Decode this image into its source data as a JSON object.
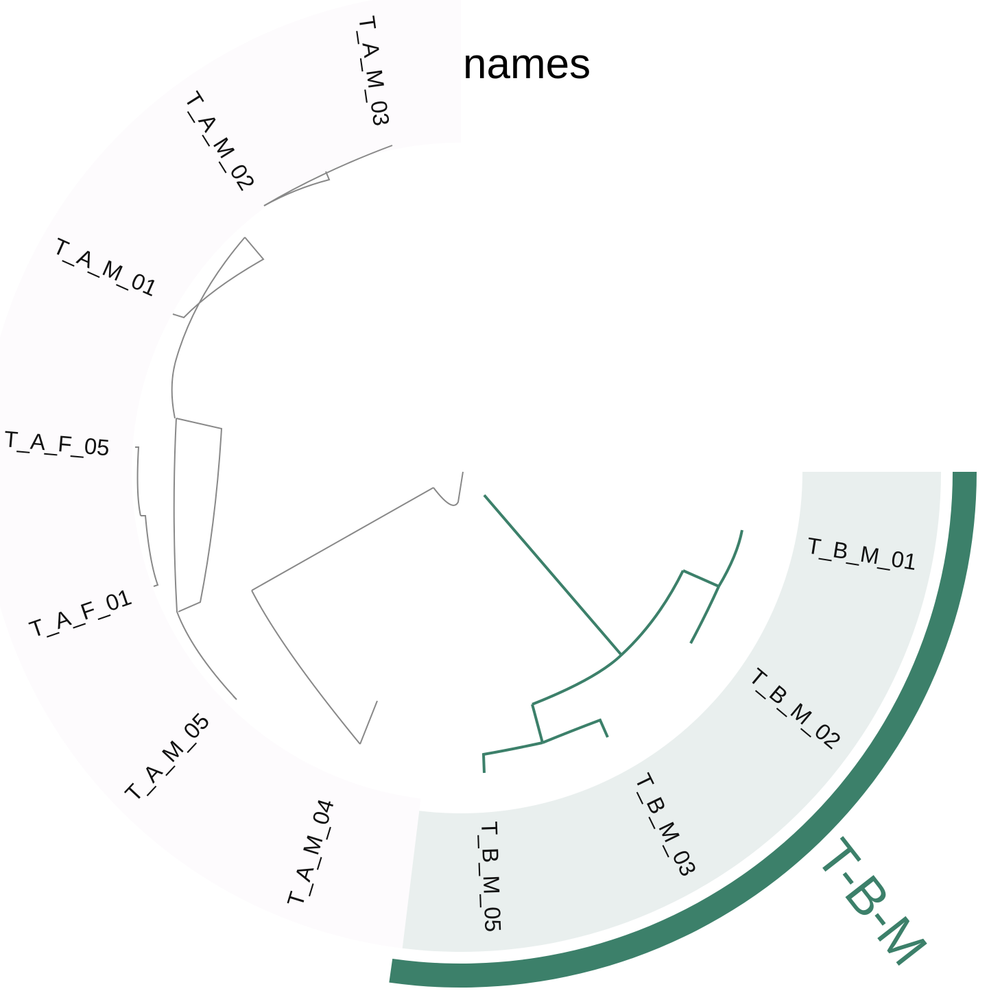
{
  "title": "names",
  "colors": {
    "background": "#ffffff",
    "group_a_background": "#fdfbfd",
    "group_b_background": "#e9efee",
    "group_b_accent": "#3c806a",
    "branch_default": "#888888"
  },
  "tips": [
    {
      "id": "t_a_m_03",
      "label": "T_A_M_03",
      "group": "A"
    },
    {
      "id": "t_a_m_02",
      "label": "T_A_M_02",
      "group": "A"
    },
    {
      "id": "t_a_m_01",
      "label": "T_A_M_01",
      "group": "A"
    },
    {
      "id": "t_a_f_05",
      "label": "T_A_F_05",
      "group": "A"
    },
    {
      "id": "t_a_f_01",
      "label": "T_A_F_01",
      "group": "A"
    },
    {
      "id": "t_a_m_05",
      "label": "T_A_M_05",
      "group": "A"
    },
    {
      "id": "t_a_m_04",
      "label": "T_A_M_04",
      "group": "A"
    },
    {
      "id": "t_b_m_05",
      "label": "T_B_M_05",
      "group": "B"
    },
    {
      "id": "t_b_m_03",
      "label": "T_B_M_03",
      "group": "B"
    },
    {
      "id": "t_b_m_02",
      "label": "T_B_M_02",
      "group": "B"
    },
    {
      "id": "t_b_m_01",
      "label": "T_B_M_01",
      "group": "B"
    }
  ],
  "highlighted_clade": {
    "label": "T-B-M"
  }
}
